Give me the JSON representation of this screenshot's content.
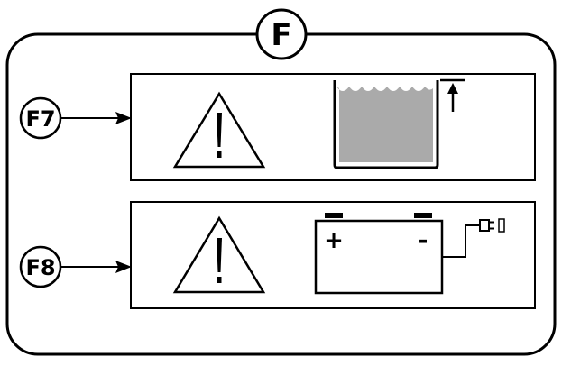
{
  "section": {
    "label": "F"
  },
  "panels": [
    {
      "label": "F7",
      "meaning": "warning-max-fill-level",
      "icons": [
        "warning-triangle-icon",
        "liquid-container-icon",
        "max-level-arrow-icon"
      ]
    },
    {
      "label": "F8",
      "meaning": "warning-battery-charging",
      "icons": [
        "warning-triangle-icon",
        "battery-icon",
        "power-plug-icon"
      ],
      "battery": {
        "positive": "+",
        "negative": "-"
      }
    }
  ],
  "colors": {
    "line": "#000000",
    "liquid": "#aaaaaa",
    "background": "#ffffff"
  }
}
